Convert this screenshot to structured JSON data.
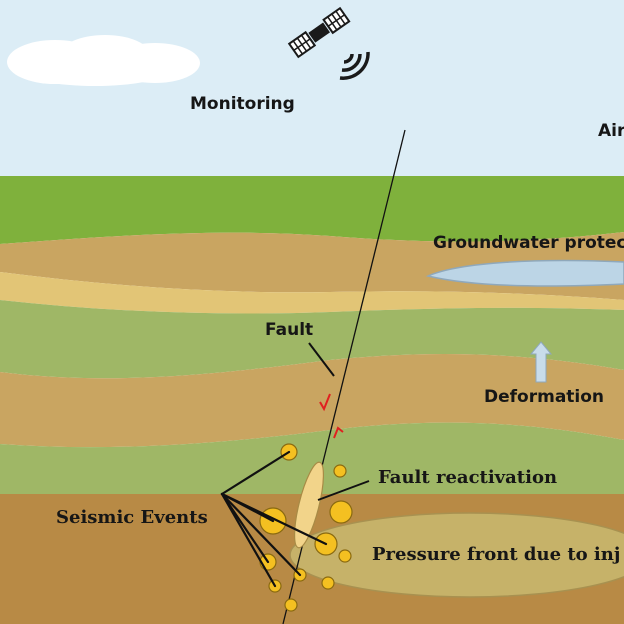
{
  "labels": {
    "monitoring": "Monitoring",
    "air": "Air",
    "groundwater": "Groundwater protec",
    "fault": "Fault",
    "deformation": "Deformation",
    "fault_reactivation": "Fault reactivation",
    "seismic_events": "Seismic Events",
    "pressure_front": "Pressure front due to inj"
  },
  "colors": {
    "sky": "#dcedf6",
    "grass": "#7fb13c",
    "brown_layer": "#c9a561",
    "sand_layer": "#e2c576",
    "green_layer": "#9fb766",
    "deep_brown": "#b88a45",
    "aquifer": "#bcd5e6",
    "event_fill": "#f4c021",
    "event_stroke": "#8a6a10",
    "slip_arrow": "#e02020",
    "deformation_arrow": "#c8dcea"
  },
  "icons": [
    "satellite-icon",
    "signal-waves-icon",
    "cloud-icon",
    "deformation-arrow-icon",
    "slip-arrow-icon"
  ]
}
